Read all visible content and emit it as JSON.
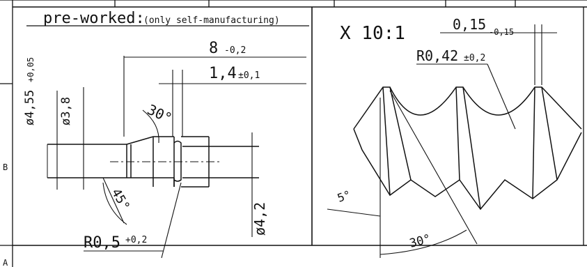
{
  "left_panel": {
    "title": "pre-worked:",
    "note": "(only self-manufacturing)",
    "dim_diameter_outer": "ø4,55",
    "dim_diameter_outer_tol": "+0,05",
    "dim_diameter_inner": "ø3,8",
    "dim_length_total": "8",
    "dim_length_total_tol": "-0,2",
    "dim_length_step": "1,4",
    "dim_length_step_tol": "±0,1",
    "dim_angle_30": "30°",
    "dim_angle_45": "45°",
    "dim_radius": "R0,5",
    "dim_radius_tol": "+0,2",
    "dim_diameter_right": "ø4,2"
  },
  "right_panel": {
    "scale_label": "X 10:1",
    "dim_width": "0,15",
    "dim_width_tol": "-0,15",
    "dim_radius": "R0,42",
    "dim_radius_tol": "±0,2",
    "dim_angle_5": "5°",
    "dim_angle_30": "30°"
  },
  "frame": {
    "zone_b": "B",
    "zone_a": "A"
  }
}
